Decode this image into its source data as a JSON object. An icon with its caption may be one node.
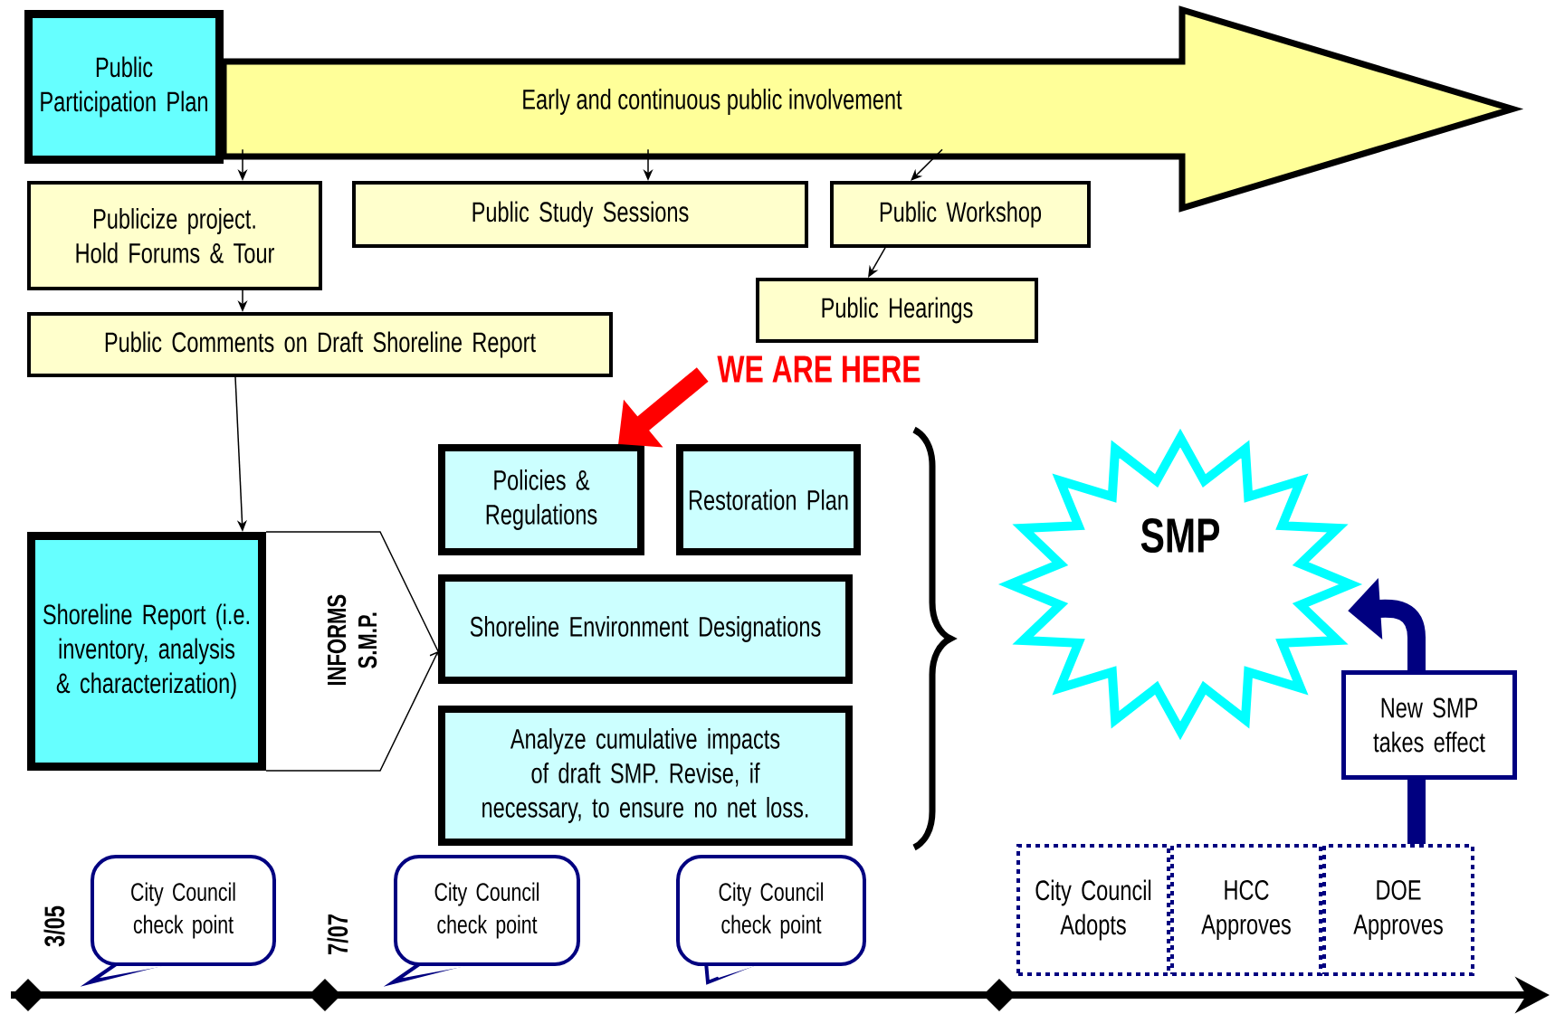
{
  "diagram": {
    "nodes": [
      {
        "text": [
          "Public Participation Plan"
        ]
      },
      {
        "text": [
          "Early and continuous public involvement"
        ]
      },
      {
        "text": [
          "Publicize project. Hold Forums & Tour"
        ]
      },
      {
        "text": [
          "Public Study Sessions"
        ]
      },
      {
        "text": [
          "Public Workshop"
        ]
      },
      {
        "text": [
          "Public Hearings"
        ]
      },
      {
        "text": [
          "Public Comments on Draft Shoreline Report"
        ]
      },
      {
        "text": [
          "WE ARE HERE"
        ]
      },
      {
        "text": [
          "Policies & Regulations"
        ]
      },
      {
        "text": [
          "Restoration Plan"
        ]
      },
      {
        "text": [
          "Shoreline Report (i.e. inventory, analysis & characterization)"
        ]
      },
      {
        "text": [
          "Shoreline Environment Designations"
        ]
      },
      {
        "text": [
          "SMP"
        ]
      },
      {
        "text": [
          "Analyze cumulative impacts of draft SMP. Revise, if necessary, to ensure no net loss."
        ]
      },
      {
        "text": [
          "New SMP takes effect"
        ]
      },
      {
        "text": [
          "City Council check point"
        ]
      },
      {
        "text": [
          "City Council check point"
        ]
      },
      {
        "text": [
          "City Council check point"
        ]
      },
      {
        "text": [
          "City Council Adopts"
        ]
      },
      {
        "text": [
          "HCC Approves"
        ]
      },
      {
        "text": [
          "DOE Approves"
        ]
      }
    ],
    "edges": [
      {
        "from": 1,
        "to": 2,
        "arrow": "to"
      },
      {
        "from": 1,
        "to": 3,
        "arrow": "to"
      },
      {
        "from": 1,
        "to": 4,
        "arrow": "to"
      },
      {
        "from": 2,
        "to": 6,
        "arrow": "to"
      },
      {
        "from": 4,
        "to": 5,
        "arrow": "to"
      },
      {
        "from": 6,
        "to": 10,
        "arrow": "to"
      },
      {
        "from": 10,
        "to": 11,
        "arrow": "to",
        "label": "INFORMS S.M.P."
      },
      {
        "from": 7,
        "to": 8,
        "arrow": "to",
        "style": "thick",
        "color": "#ff0000"
      },
      {
        "from": 20,
        "to": 14,
        "arrow": "none",
        "style": "thick",
        "color": "#000080"
      },
      {
        "from": 14,
        "to": 12,
        "arrow": "to",
        "style": "thick",
        "color": "#000080"
      }
    ],
    "labels": [
      "3/05",
      "7/07"
    ]
  }
}
